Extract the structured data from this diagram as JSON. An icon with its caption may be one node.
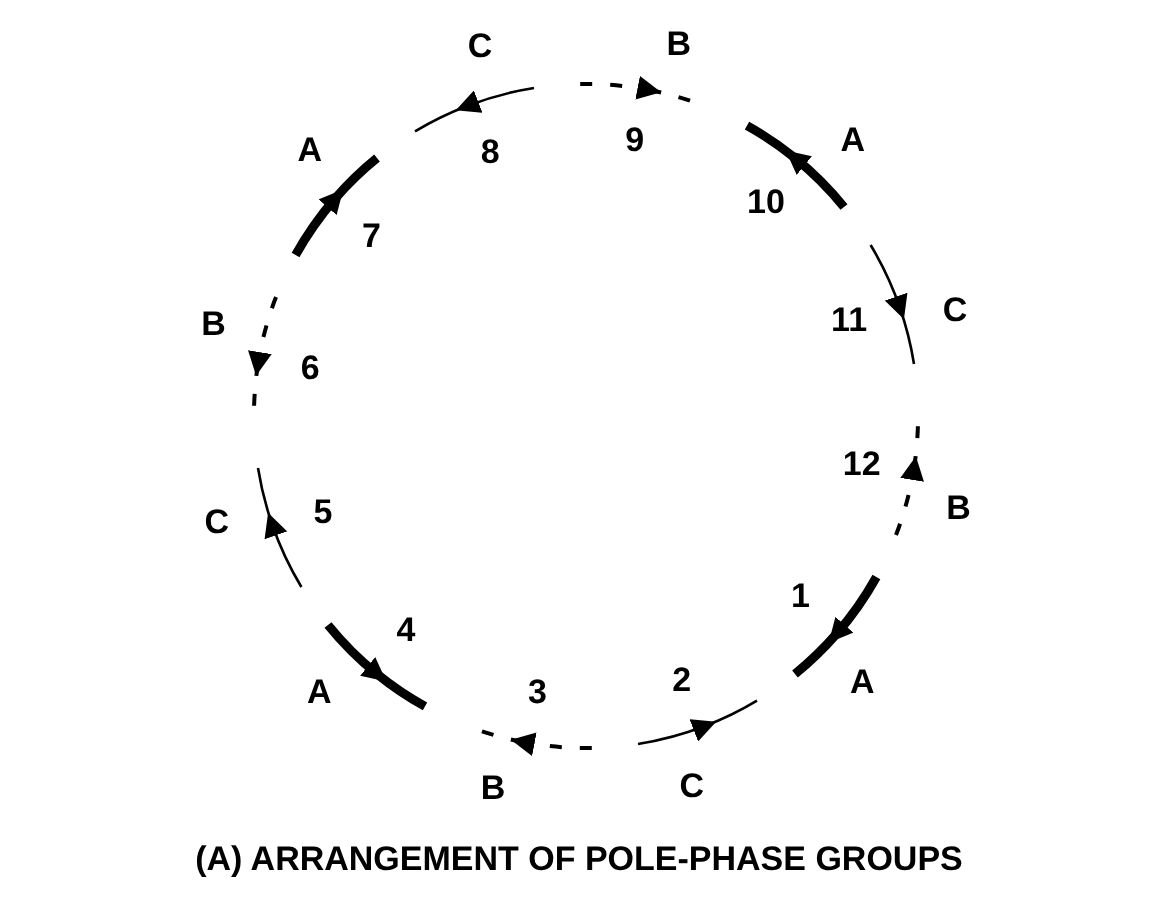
{
  "diagram": {
    "caption": "(A) ARRANGEMENT OF POLE-PHASE GROUPS",
    "labels": [
      "1",
      "A",
      "2",
      "C",
      "3",
      "B",
      "4",
      "A",
      "5",
      "C",
      "6",
      "B",
      "7",
      "A",
      "8",
      "C",
      "9",
      "B",
      "10",
      "A",
      "11",
      "C",
      "12",
      "B"
    ]
  }
}
